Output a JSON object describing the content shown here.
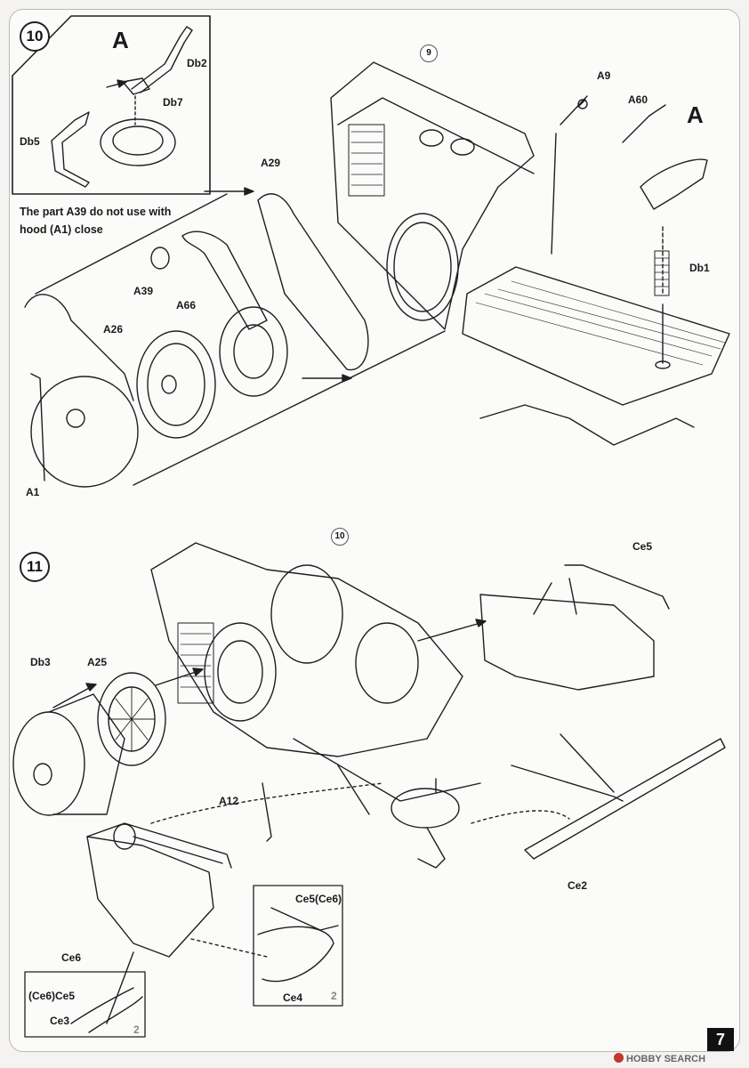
{
  "page": {
    "number": "7"
  },
  "step10": {
    "number": "10",
    "inset": {
      "view_letter": "A",
      "parts": {
        "db2": "Db2",
        "db7": "Db7",
        "db5": "Db5"
      }
    },
    "note": "The part A39 do not use with hood (A1) close",
    "ref_step": "9",
    "view_letter": "A",
    "parts": {
      "a9": "A9",
      "a60": "A60",
      "a29": "A29",
      "db1": "Db1",
      "a39": "A39",
      "a66": "A66",
      "a26": "A26",
      "a1": "A1"
    }
  },
  "step11": {
    "number": "11",
    "ref_step": "10",
    "parts": {
      "ce5_top": "Ce5",
      "db3": "Db3",
      "a25": "A25",
      "a12": "A12",
      "ce2": "Ce2",
      "ce6": "Ce6",
      "ce5_paren": "Ce5(Ce6)",
      "ce4": "Ce4",
      "ce6_paren": "(Ce6)Ce5",
      "ce3": "Ce3"
    },
    "badges": {
      "x2_a": "2",
      "x2_b": "2"
    }
  },
  "watermark": "HOBBY SEARCH"
}
